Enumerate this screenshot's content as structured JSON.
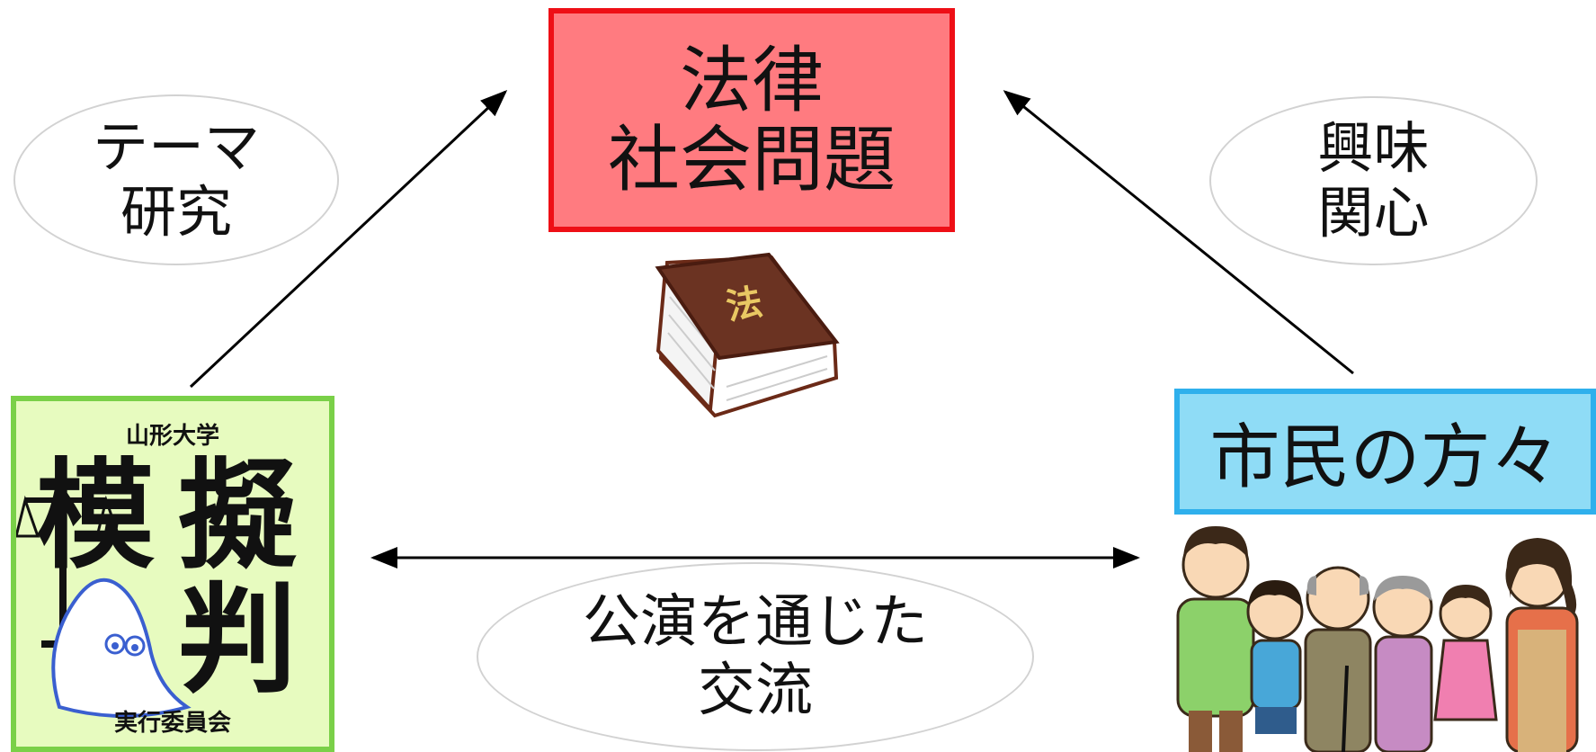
{
  "law_box": {
    "line1": "法律",
    "line2": "社会問題"
  },
  "citizens_box": {
    "label": "市民の方々"
  },
  "theme_ellipse": {
    "line1": "テーマ",
    "line2": "研究"
  },
  "interest_ellipse": {
    "line1": "興味",
    "line2": "関心"
  },
  "exchange_ellipse": {
    "line1": "公演を通じた",
    "line2": "交流"
  },
  "law_book": {
    "spine_char": "法"
  },
  "logo": {
    "university": "山形大学",
    "char1": "模",
    "char2": "擬",
    "char3": "判",
    "committee": "実行委員会"
  },
  "colors": {
    "law_fill": "#ff7b80",
    "law_border": "#ee0f16",
    "citizens_fill": "#8fdcf6",
    "citizens_border": "#2fb0ec",
    "logo_fill": "#e7fbbf",
    "logo_border": "#7ad048"
  },
  "icons": [
    "law-book-icon",
    "scales-icon",
    "mascot-icon",
    "citizens-group-icon"
  ]
}
